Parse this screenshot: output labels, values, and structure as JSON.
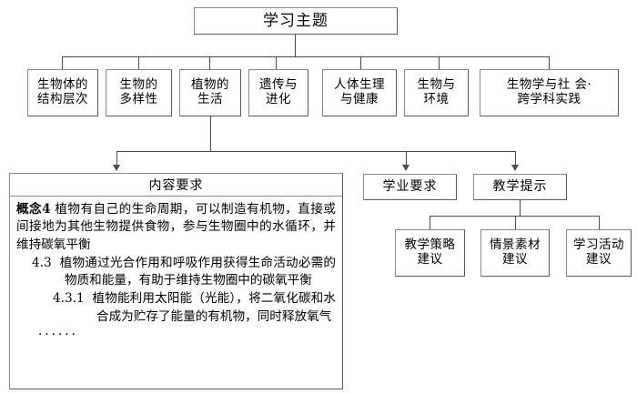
{
  "diagram": {
    "root": {
      "label": "学习主题"
    },
    "categories": [
      {
        "label": "生物体的\n结构层次"
      },
      {
        "label": "生物的\n多样性"
      },
      {
        "label": "植物的\n生活"
      },
      {
        "label": "遗传与\n进化"
      },
      {
        "label": "人体生理\n与健康"
      },
      {
        "label": "生物与\n环境"
      },
      {
        "label": "生物学与社 会·\n跨学科实践"
      }
    ],
    "sections": [
      {
        "label": "内容要求"
      },
      {
        "label": "学业要求"
      },
      {
        "label": "教学提示"
      }
    ],
    "teaching_children": [
      {
        "label": "教学策略\n建议"
      },
      {
        "label": "情景素材\n建议"
      },
      {
        "label": "学习活动\n建议"
      }
    ],
    "content_requirement": {
      "header": "内容要求",
      "concept_label": "概念4",
      "concept_text": "植物有自己的生命周期，可以制造有机物，直接或间接地为其他生物提供食物，参与生物圈中的水循环，并维持碳氧平衡",
      "item_43_number": "4.3",
      "item_43_text": "植物通过光合作用和呼吸作用获得生命活动必需的物质和能量，有助于维持生物圈中的碳氧平衡",
      "item_431_number": "4.3.1",
      "item_431_text": "植物能利用太阳能（光能），将二氧化碳和水合成为贮存了能量的有机物，同时释放氧气",
      "ellipsis": "······"
    },
    "colors": {
      "line": "#4a4a4a",
      "border": "#8a8a8a",
      "border_shadow": "#5b5b5b",
      "background": "#ffffff",
      "text": "#000000"
    }
  }
}
